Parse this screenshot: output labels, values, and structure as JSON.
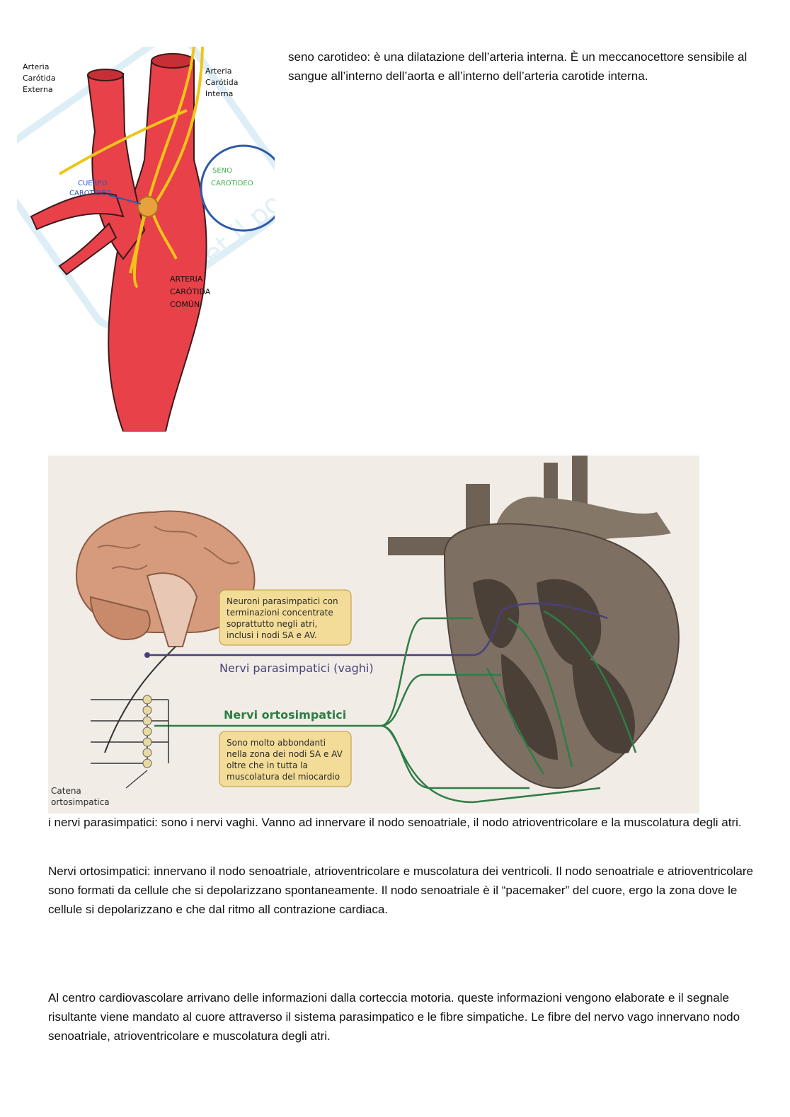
{
  "figure_carotid": {
    "label_external": [
      "Arteria",
      "Carótida",
      "Externa"
    ],
    "label_internal": [
      "Arteria",
      "Carótida",
      "Interna"
    ],
    "label_body": [
      "CUERPO",
      "CAROTÍDEO"
    ],
    "label_sinus": [
      "SENO",
      "CAROTIDEO"
    ],
    "label_common": [
      "ARTERIA",
      "CARÓTIDA",
      "COMÚN"
    ],
    "watermark": "Skuola.net il portale dello studente",
    "colors": {
      "artery": "#e8414a",
      "nerve": "#f0c419",
      "sinus_circle": "#2d5aa8",
      "sinus_label": "#3fae49"
    }
  },
  "text_seno": "seno carotideo: è una dilatazione dell’arteria interna. È un meccanocettore sensibile al sangue all’interno dell’aorta e all’interno dell’arteria carotide interna.",
  "figure_heart": {
    "box_parasympathetic": [
      "Neuroni parasimpatici con",
      "terminazioni concentrate",
      "soprattutto negli atri,",
      "inclusi i nodi SA e AV."
    ],
    "label_vagus": "Nervi parasimpatici (vaghi)",
    "label_sympathetic": "Nervi ortosimpatici",
    "box_sympathetic": [
      "Sono molto abbondanti",
      "nella zona dei nodi SA e AV",
      "oltre che in tutta la",
      "muscolatura del miocardio"
    ],
    "label_chain": [
      "Catena",
      "ortosimpatica"
    ],
    "colors": {
      "vagus": "#4a3f7a",
      "sympathetic": "#2e7d46",
      "callout": "#f3dc97"
    }
  },
  "text_parasimpatici": "i nervi parasimpatici: sono i nervi vaghi. Vanno ad innervare il nodo senoatriale, il nodo atrioventricolare e la muscolatura degli atri.",
  "text_ortosimpatici": "Nervi ortosimpatici: innervano il nodo senoatriale, atrioventricolare e muscolatura dei ventricoli. Il nodo senoatriale e atrioventricolare sono formati da cellule che si depolarizzano spontaneamente. Il nodo senoatriale è il “pacemaker” del cuore, ergo la zona dove le cellule si depolarizzano e che dal ritmo all contrazione cardiaca.",
  "text_centro": "Al centro cardiovascolare arrivano delle informazioni dalla corteccia motoria. queste informazioni vengono elaborate e il segnale risultante viene mandato al cuore attraverso il sistema parasimpatico e le fibre simpatiche.  Le fibre del nervo vago innervano nodo senoatriale, atrioventricolare e muscolatura degli atri."
}
